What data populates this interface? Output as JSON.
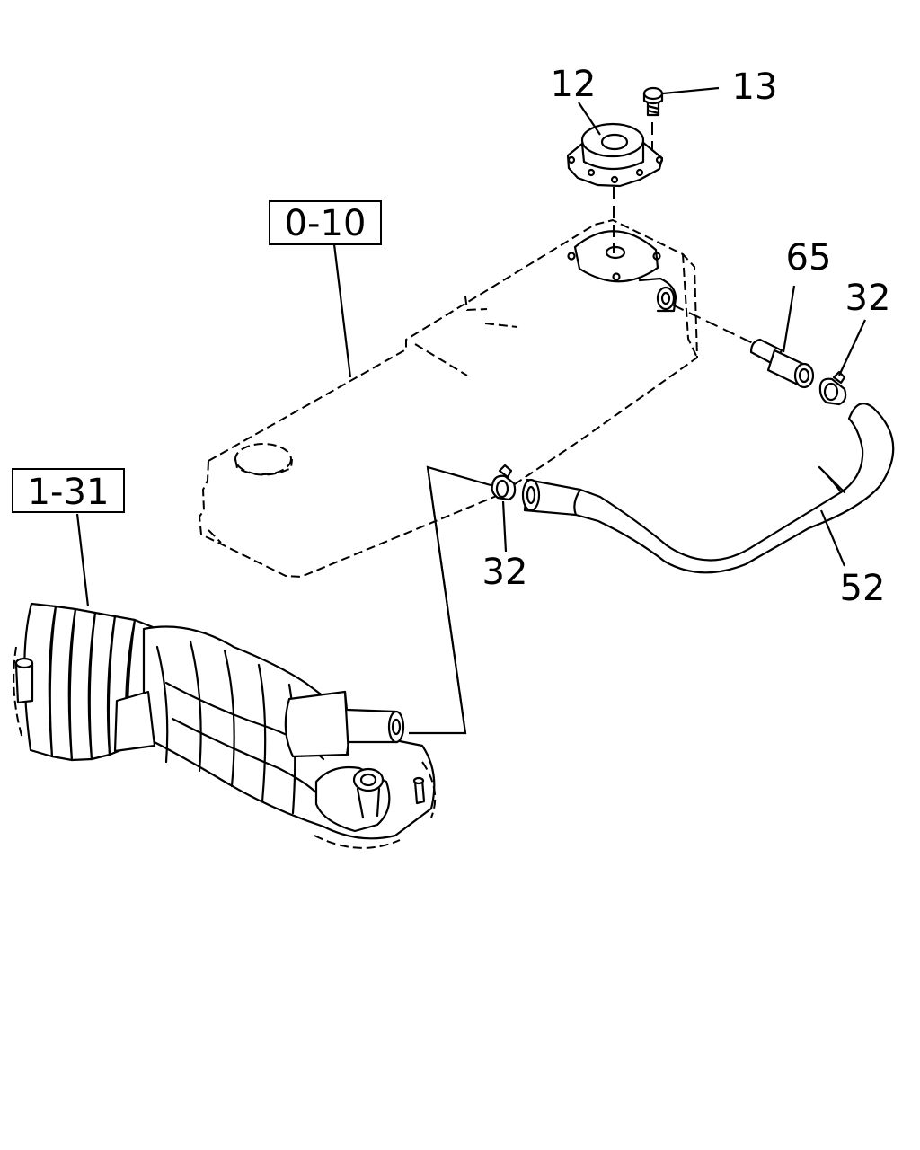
{
  "references": {
    "head_cover": "0-10",
    "air_duct": "1-31"
  },
  "parts": {
    "p12": "12",
    "p13": "13",
    "p65": "65",
    "p32_upper": "32",
    "p32_lower": "32",
    "p52": "52"
  },
  "icons": [
    "pcv-valve-icon",
    "bolt-icon",
    "hose-icon",
    "clip-icon",
    "connector-icon",
    "head-cover-icon",
    "air-duct-icon"
  ]
}
